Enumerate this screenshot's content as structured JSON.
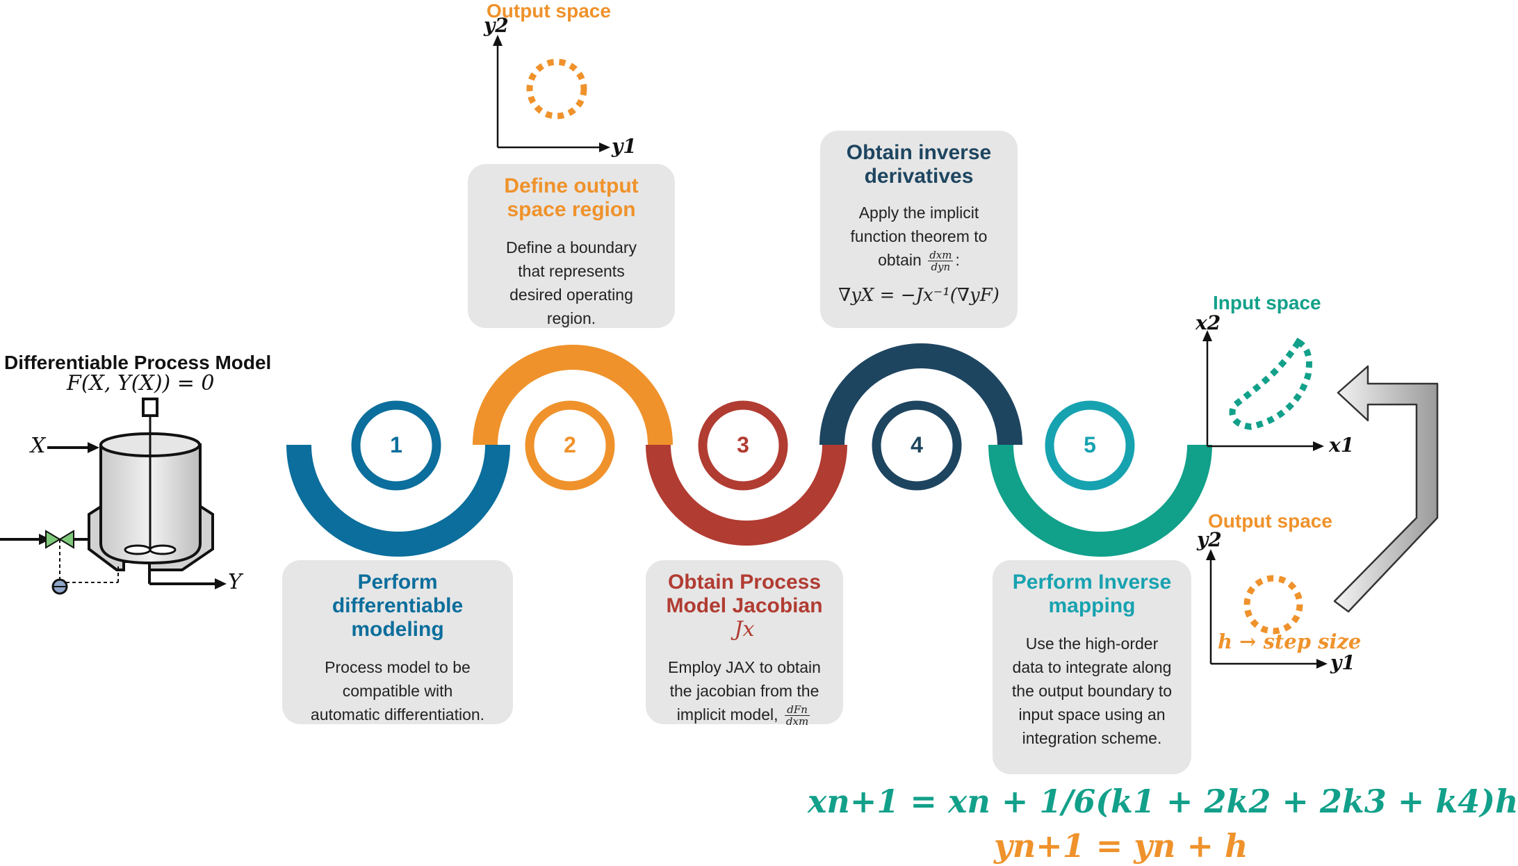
{
  "colors": {
    "step1": "#0b6e9c",
    "step2": "#ef922b",
    "step3": "#b13c32",
    "step4": "#1e4560",
    "step5_title": "#17a2b0",
    "step5_arc": "#11a08a",
    "input_teal": "#12a08a",
    "box_bg": "#e6e6e6"
  },
  "process_model": {
    "title": "Differentiable Process Model",
    "equation": "F(X, Y(X)) = 0",
    "input_label": "X",
    "output_label": "Y"
  },
  "steps": [
    {
      "number": "1",
      "title": "Perform differentiable modeling",
      "body": "Process model to be compatible with automatic differentiation."
    },
    {
      "number": "2",
      "title": "Define output space region",
      "body": "Define a boundary that represents desired operating region."
    },
    {
      "number": "3",
      "title": "Obtain Process Model Jacobian",
      "title_math": "Jx",
      "body": "Employ JAX to obtain the jacobian from the implicit model,",
      "body_frac": {
        "num": "dFn",
        "den": "dxm"
      }
    },
    {
      "number": "4",
      "title": "Obtain inverse derivatives",
      "body": "Apply the implicit function theorem to obtain",
      "body_frac": {
        "num": "dxm",
        "den": "dyn"
      },
      "equation": "∇yX = −Jx⁻¹(∇yF)"
    },
    {
      "number": "5",
      "title": "Perform Inverse mapping",
      "body": "Use the high-order data to integrate along the output boundary to input space using an integration scheme."
    }
  ],
  "plots": {
    "top_output": {
      "title": "Output space",
      "y_axis": "y2",
      "x_axis": "y1"
    },
    "input": {
      "title": "Input space",
      "y_axis": "x2",
      "x_axis": "x1"
    },
    "bottom_output": {
      "title": "Output space",
      "y_axis": "y2",
      "x_axis": "y1",
      "annotation": "h → step size"
    }
  },
  "equations": {
    "rk4": "xn+1 = xn + 1/6(k1 + 2k2 + 2k3 + k4)h",
    "euler": "yn+1 = yn + h"
  }
}
